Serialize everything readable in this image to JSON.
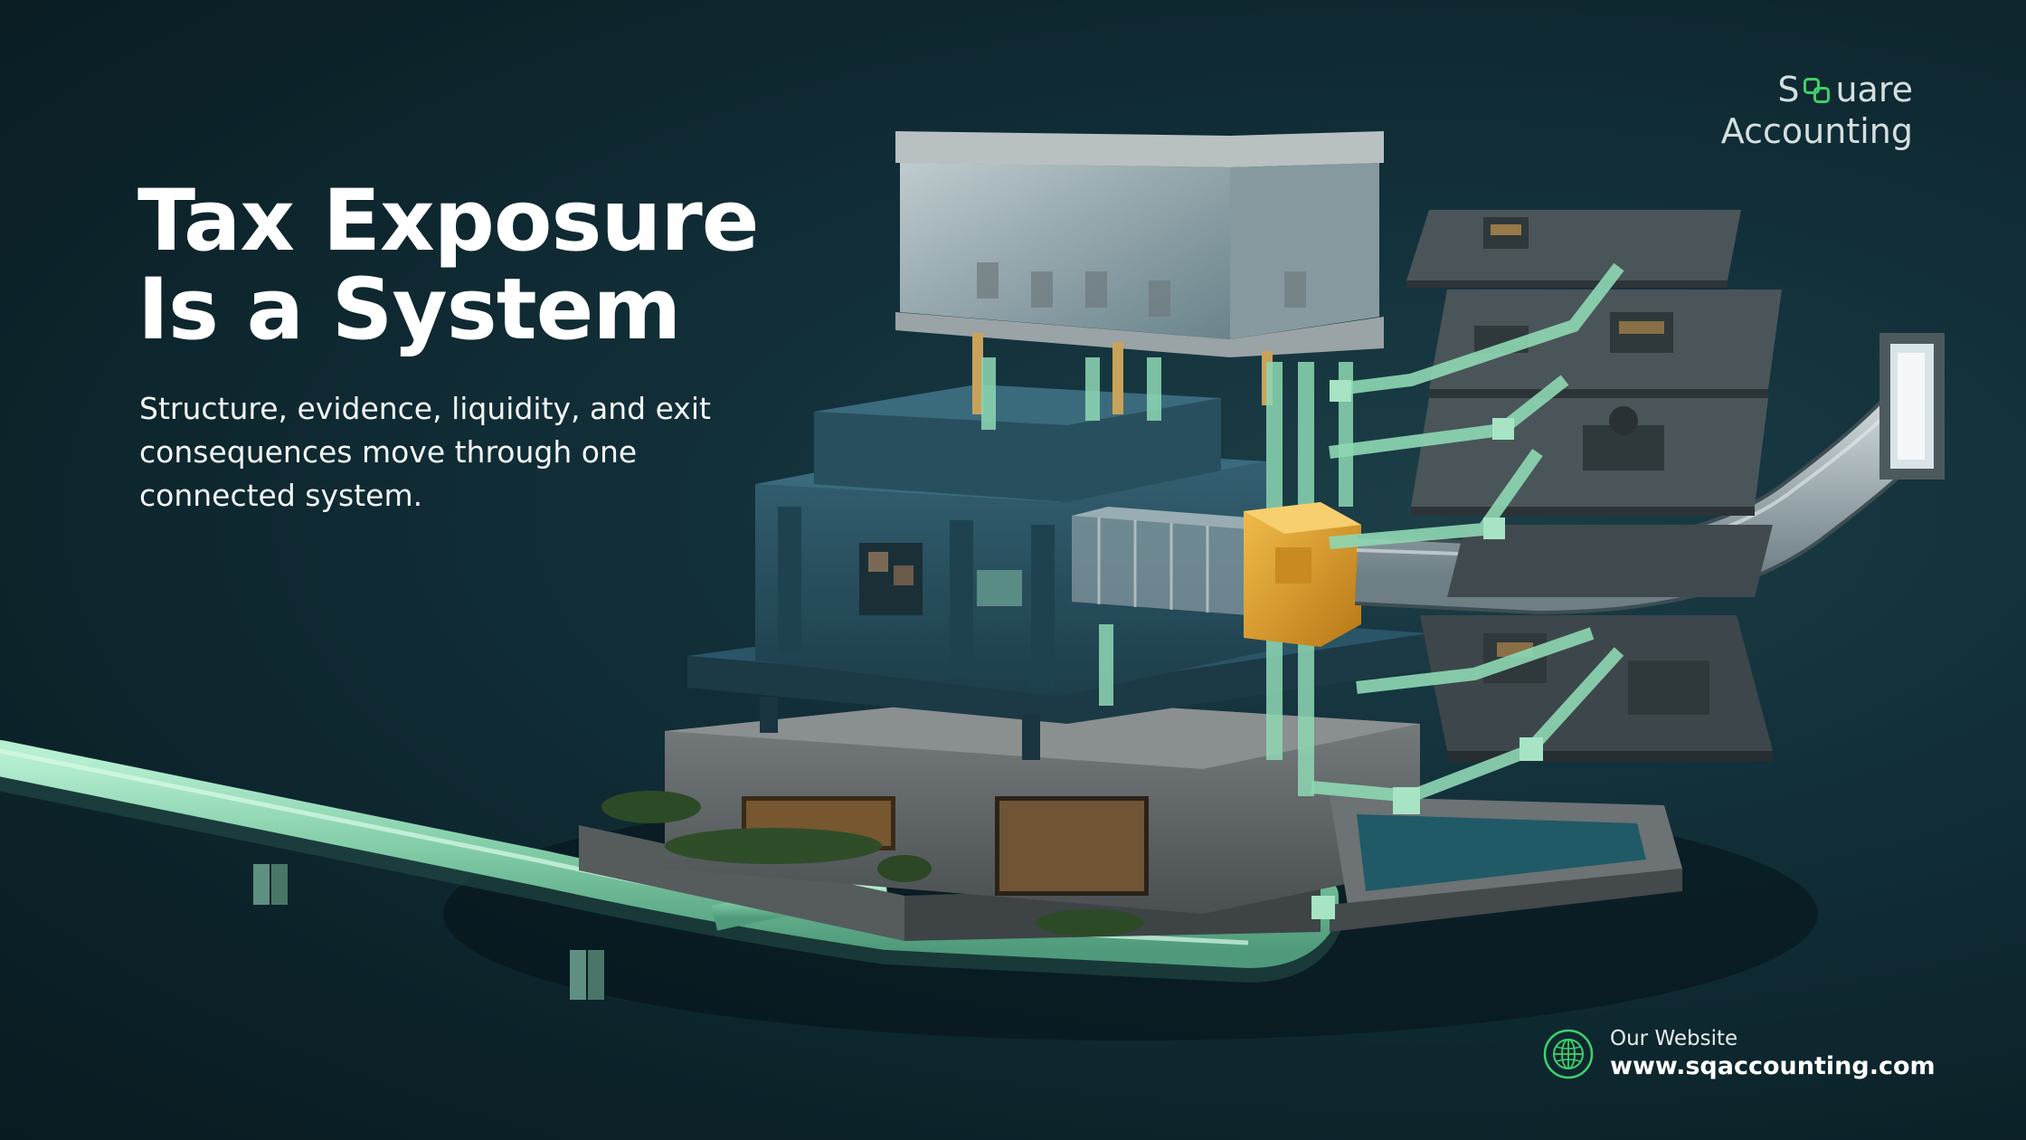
{
  "headline": {
    "line1": "Tax Exposure",
    "line2": "Is a System"
  },
  "subtitle": {
    "line1": "Structure, evidence, liquidity, and exit",
    "line2": "consequences move through one",
    "line3": "connected system."
  },
  "brand": {
    "line1_prefix": "S",
    "line1_suffix": "uare",
    "line2": "Accounting",
    "mark_color": "#3ed26b"
  },
  "website": {
    "label": "Our Website",
    "url": "www.sqaccounting.com",
    "icon": "globe-icon",
    "icon_color": "#3ed26b"
  },
  "colors": {
    "background": "#0f2a32",
    "pipe": "#8ed8b4",
    "structure": "#2a5566",
    "core": "#e0a22e"
  }
}
